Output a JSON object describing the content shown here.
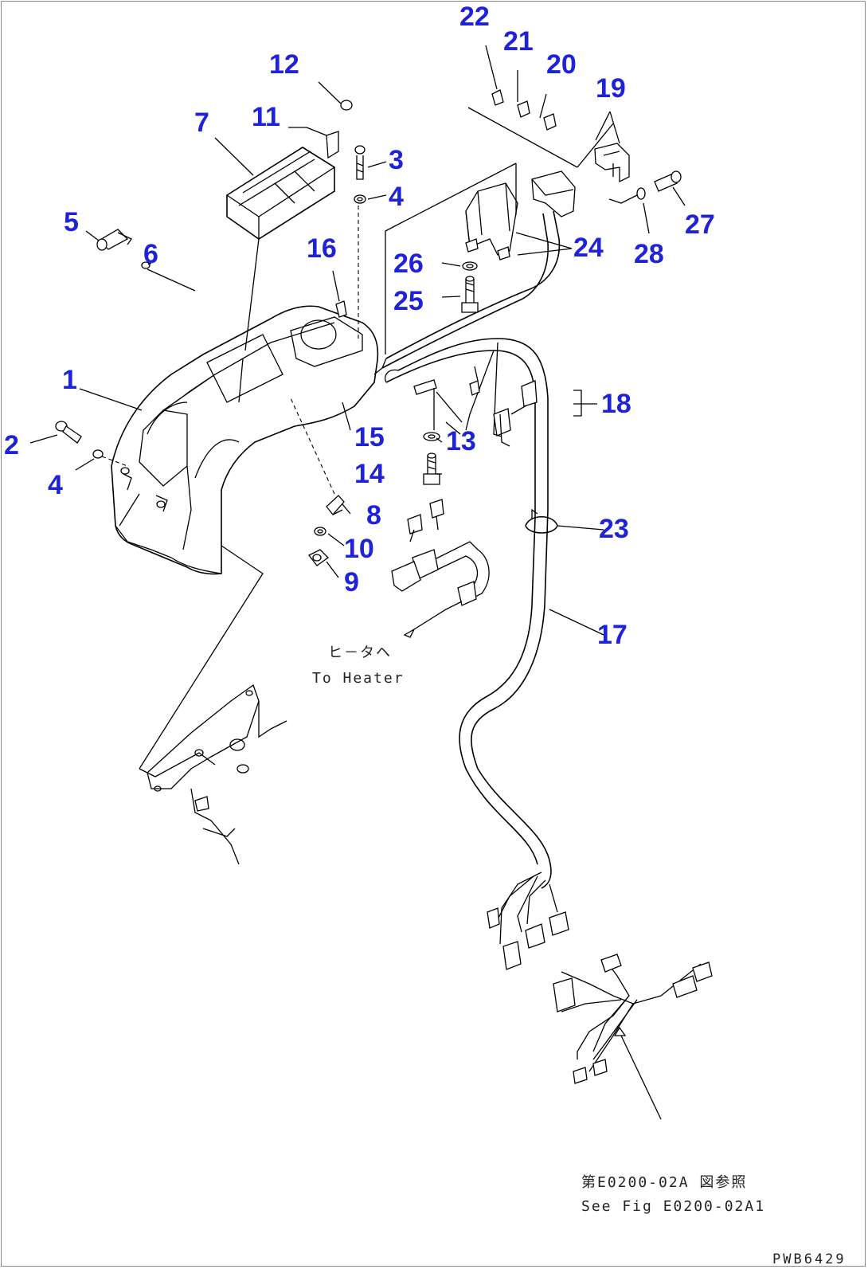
{
  "callouts": {
    "c1": "1",
    "c2": "2",
    "c3": "3",
    "c4a": "4",
    "c4b": "4",
    "c5": "5",
    "c6": "6",
    "c7": "7",
    "c8": "8",
    "c9": "9",
    "c10": "10",
    "c11": "11",
    "c12": "12",
    "c13": "13",
    "c14": "14",
    "c15": "15",
    "c16": "16",
    "c17": "17",
    "c18": "18",
    "c19": "19",
    "c20": "20",
    "c21": "21",
    "c22": "22",
    "c23": "23",
    "c24": "24",
    "c25": "25",
    "c26": "26",
    "c27": "27",
    "c28": "28"
  },
  "notes": {
    "heater_jp": "ヒ－タヘ",
    "heater_en": "To Heater",
    "fig_ref_jp": "第E0200-02A 図参照",
    "fig_ref_en": "See Fig E0200-02A1"
  },
  "drawing_code": "PWB6429",
  "colors": {
    "callout": "#1e22d8",
    "line": "#000000"
  }
}
